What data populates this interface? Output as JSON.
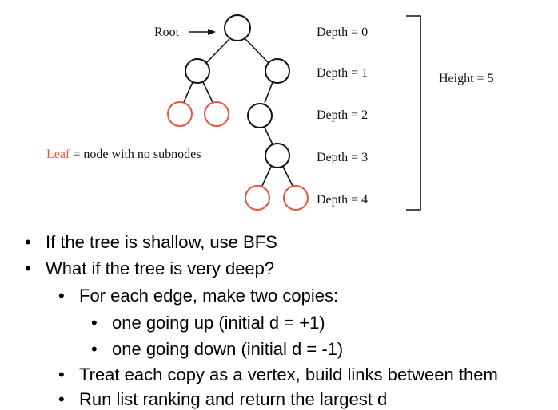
{
  "diagram": {
    "root_label": "Root",
    "depth_labels": [
      "Depth = 0",
      "Depth = 1",
      "Depth = 2",
      "Depth = 3",
      "Depth = 4"
    ],
    "height_label": "Height = 5",
    "leaf_word": "Leaf",
    "leaf_definition": " = node with no subnodes",
    "leaf_color": "#e8543a",
    "node_color": "#111111"
  },
  "bullets": [
    {
      "level": 1,
      "text": "If the tree is shallow, use BFS"
    },
    {
      "level": 1,
      "text": "What if the tree is very deep?"
    },
    {
      "level": 2,
      "text": "For each edge, make two copies:"
    },
    {
      "level": 3,
      "text": "one going up (initial d = +1)"
    },
    {
      "level": 3,
      "text": "one going down (initial d = -1)"
    },
    {
      "level": 2,
      "text": "Treat each copy as a vertex, build links between them"
    },
    {
      "level": 2,
      "text": "Run list ranking and return the largest d"
    }
  ]
}
